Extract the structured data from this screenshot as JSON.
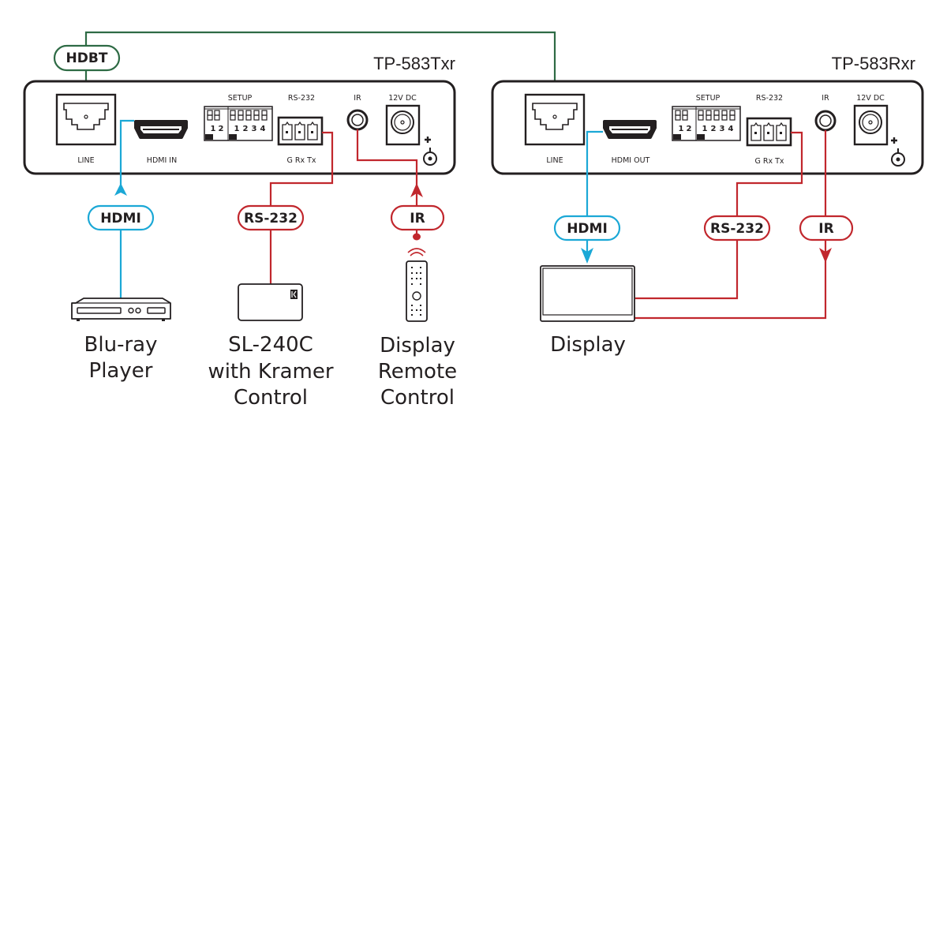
{
  "colors": {
    "hdbt": "#2e6b45",
    "hdmi": "#1ba8d6",
    "red": "#c1272d",
    "ink": "#231f20"
  },
  "transmitter": {
    "model": "TP-583Txr",
    "ports": {
      "line": "LINE",
      "hdmi": "HDMI IN",
      "setup": "SETUP",
      "rs232": "RS-232",
      "rs232_pins": "G  Rx  Tx",
      "ir": "IR",
      "power": "12V DC"
    },
    "dip_numbers_a": [
      "1",
      "2"
    ],
    "dip_numbers_b": [
      "1",
      "2",
      "3",
      "4"
    ]
  },
  "receiver": {
    "model": "TP-583Rxr",
    "ports": {
      "line": "LINE",
      "hdmi": "HDMI OUT",
      "setup": "SETUP",
      "rs232": "RS-232",
      "rs232_pins": "G  Rx  Tx",
      "ir": "IR",
      "power": "12V DC"
    },
    "dip_numbers_a": [
      "1",
      "2"
    ],
    "dip_numbers_b": [
      "1",
      "2",
      "3",
      "4"
    ]
  },
  "connections": {
    "hdbt": "HDBT",
    "tx_hdmi": "HDMI",
    "tx_rs232": "RS-232",
    "tx_ir": "IR",
    "rx_hdmi": "HDMI",
    "rx_rs232": "RS-232",
    "rx_ir": "IR"
  },
  "devices": {
    "bluray": [
      "Blu-ray",
      "Player"
    ],
    "controller": [
      "SL-240C",
      "with Kramer",
      "Control"
    ],
    "remote": [
      "Display",
      "Remote",
      "Control"
    ],
    "display": [
      "Display"
    ]
  }
}
